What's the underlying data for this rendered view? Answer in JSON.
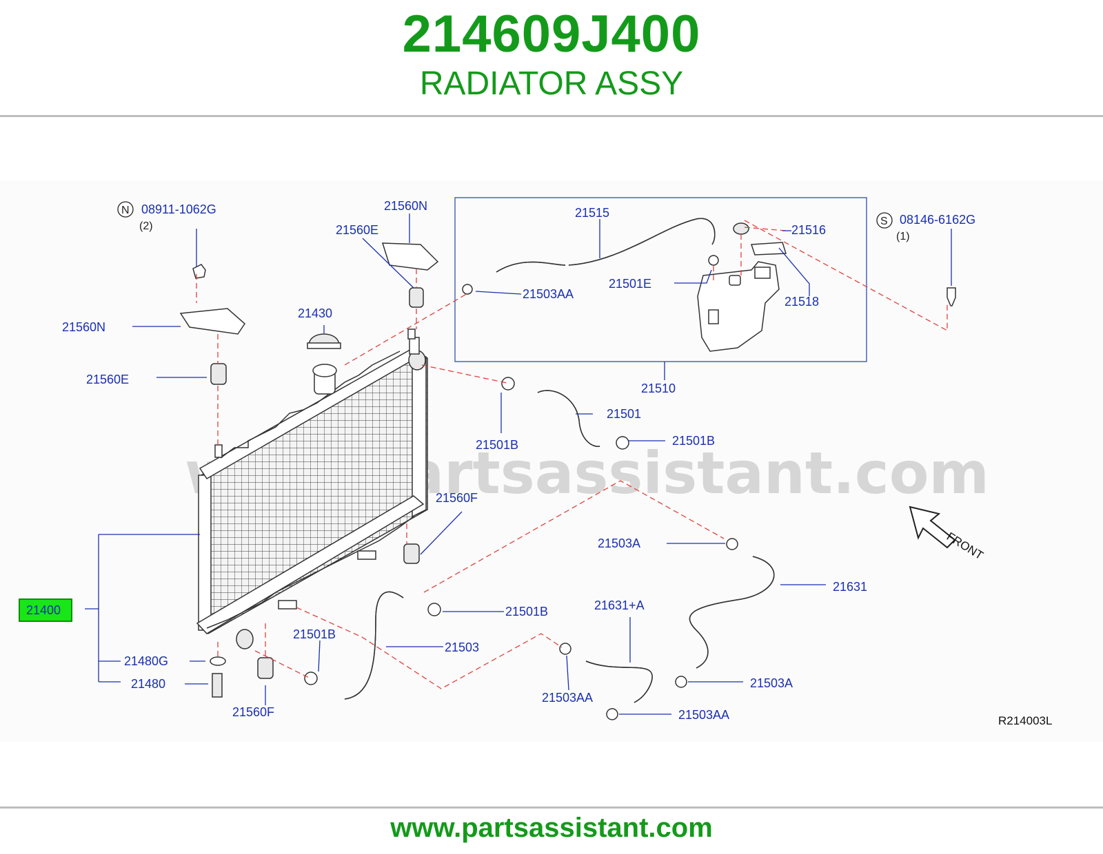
{
  "header": {
    "part_number": "214609J400",
    "part_name": "RADIATOR ASSY"
  },
  "watermark": "www.partsassistant.com",
  "diagram": {
    "reference_code": "R214003L",
    "front_label": "FRONT",
    "highlight_color": "#18e618",
    "callout_color": "#1a2fb0",
    "leader_dash_color": "#e0423c",
    "callouts": {
      "c_08911": "08911-1062G",
      "c_08911_circle": "N",
      "c_08911_qty": "(2)",
      "c_08146": "08146-6162G",
      "c_08146_circle": "S",
      "c_08146_qty": "(1)",
      "c_21560N_top": "21560N",
      "c_21560E_top": "21560E",
      "c_21515": "21515",
      "c_21516": "21516",
      "c_21503AA_top": "21503AA",
      "c_21501E": "21501E",
      "c_21518": "21518",
      "c_21430": "21430",
      "c_21560N_left": "21560N",
      "c_21560E_left": "21560E",
      "c_21510": "21510",
      "c_21501": "21501",
      "c_21501B_1": "21501B",
      "c_21501B_2": "21501B",
      "c_21560F_mid": "21560F",
      "c_21503A_1": "21503A",
      "c_21631": "21631",
      "c_21400": "21400",
      "c_21501B_3": "21501B",
      "c_21631A": "21631+A",
      "c_21501B_4": "21501B",
      "c_21503": "21503",
      "c_21480G": "21480G",
      "c_21480": "21480",
      "c_21503AA_2": "21503AA",
      "c_21503A_2": "21503A",
      "c_21560F_bot": "21560F",
      "c_21503AA_3": "21503AA"
    }
  },
  "footer": {
    "url": "www.partsassistant.com"
  }
}
